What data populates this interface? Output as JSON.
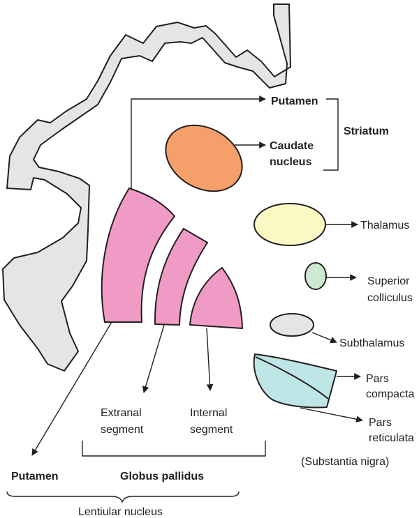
{
  "labels": {
    "putamen_top": "Putamen",
    "caudate_line1": "Caudate",
    "caudate_line2": "nucleus",
    "striatum": "Striatum",
    "thalamus": "Thalamus",
    "superior_line1": "Superior",
    "superior_line2": "colliculus",
    "subthalamus": "Subthalamus",
    "pars_compacta_line1": "Pars",
    "pars_compacta_line2": "compacta",
    "pars_reticulata_line1": "Pars",
    "pars_reticulata_line2": "reticulata",
    "substantia_nigra": "(Substantia nigra)",
    "extranal_line1": "Extranal",
    "extranal_line2": "segment",
    "internal_line1": "Internal",
    "internal_line2": "segment",
    "putamen_bottom": "Putamen",
    "globus_pallidus": "Globus pallidus",
    "lentiular_nucleus": "Lentiular nucleus"
  },
  "colors": {
    "cortex": "#e4e5e7",
    "caudate": "#f5a06a",
    "lentiform": "#ef9bc6",
    "thalamus": "#fbf8c4",
    "superior_colliculus": "#cfe8d2",
    "subthalamus": "#e4e5e7",
    "substantia_nigra": "#bfe6e6",
    "ink": "#231f20"
  }
}
